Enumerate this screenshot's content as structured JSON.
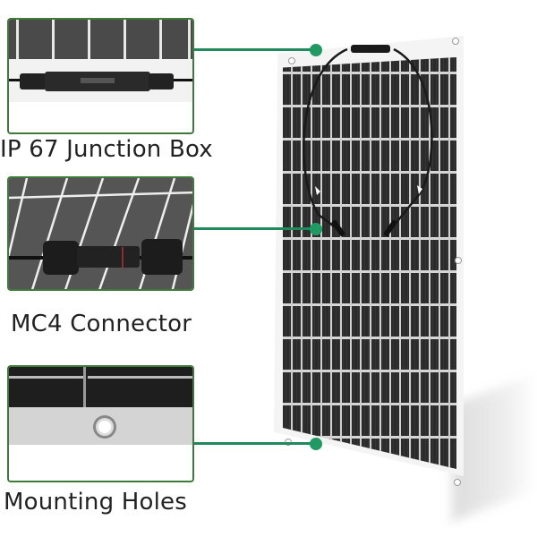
{
  "features": [
    {
      "id": "junction-box",
      "label": "IP 67 Junction Box"
    },
    {
      "id": "mc4-connector",
      "label": "MC4 Connector"
    },
    {
      "id": "mounting-holes",
      "label": "Mounting Holes"
    }
  ],
  "colors": {
    "accent_green": "#1f9a63",
    "inset_border": "#3f7a3a",
    "cell_dark": "#2b2b2b",
    "panel_frame": "#f4f4f4"
  }
}
